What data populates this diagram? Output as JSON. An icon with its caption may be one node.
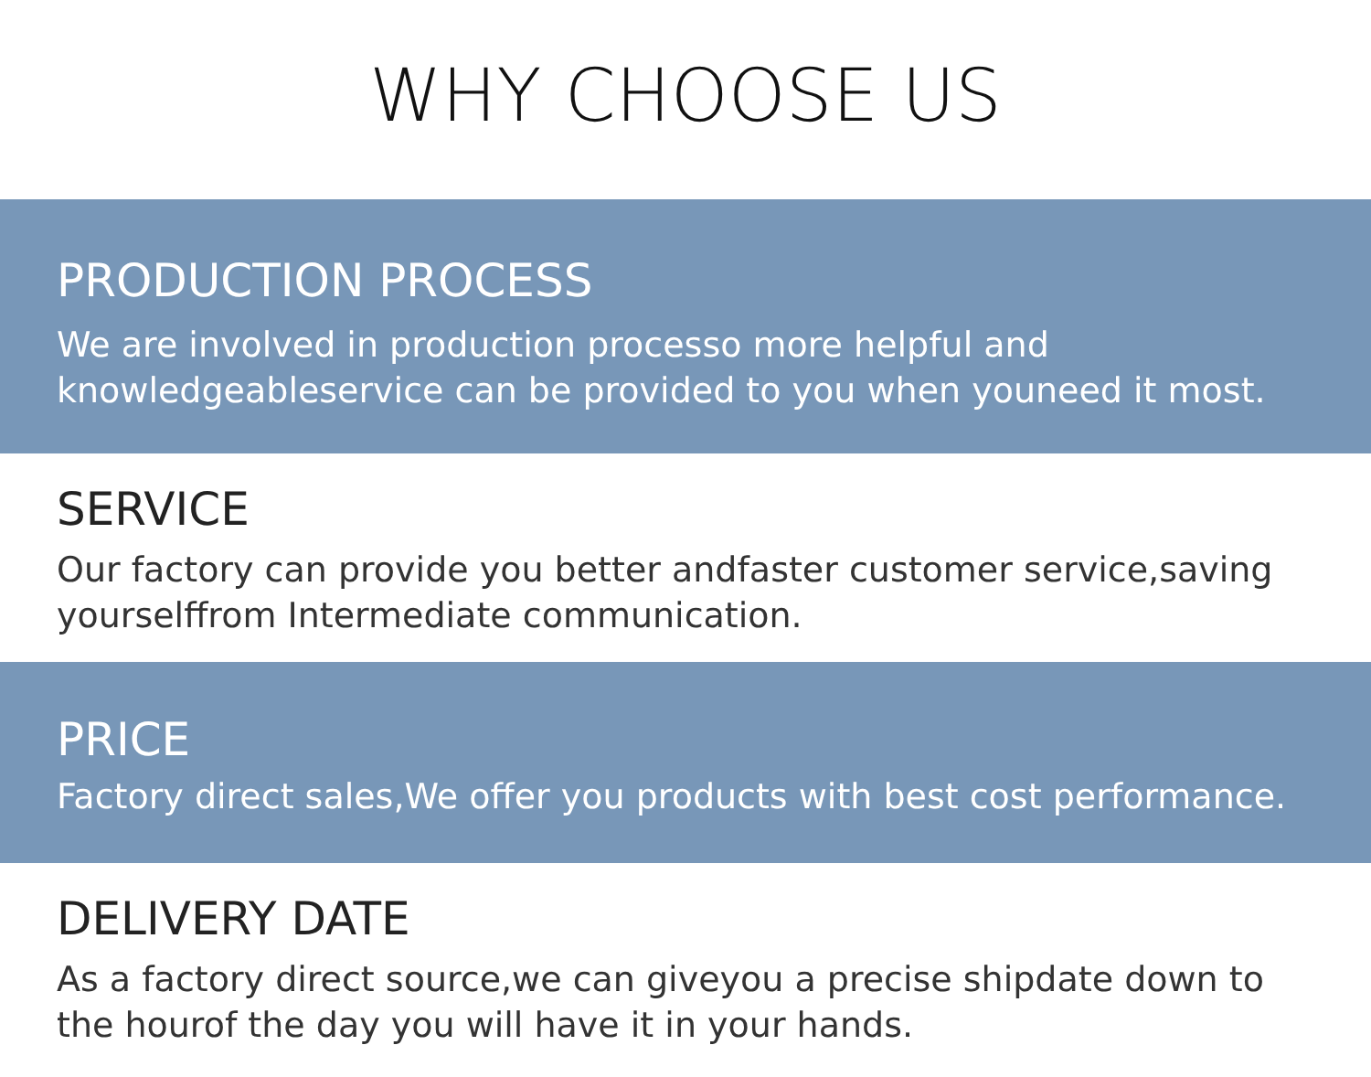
{
  "diagram": {
    "title": "WHY CHOOSE US",
    "nodes": [
      {
        "text": [
          "PRODUCTION PROCESS",
          "We are involved in production processo more helpful and knowledgeableservice can be provided to you when youneed it most."
        ]
      },
      {
        "text": [
          "SERVICE",
          "Our factory can provide you better andfaster customer service,saving yourselffrom Intermediate communication."
        ]
      },
      {
        "text": [
          "PRICE",
          "Factory direct sales,We offer you products with best cost performance."
        ]
      },
      {
        "text": [
          "DELIVERY DATE",
          "As a factory direct source,we can giveyou a precise shipdate down to the hourof the day you will have it in your hands."
        ]
      }
    ]
  }
}
